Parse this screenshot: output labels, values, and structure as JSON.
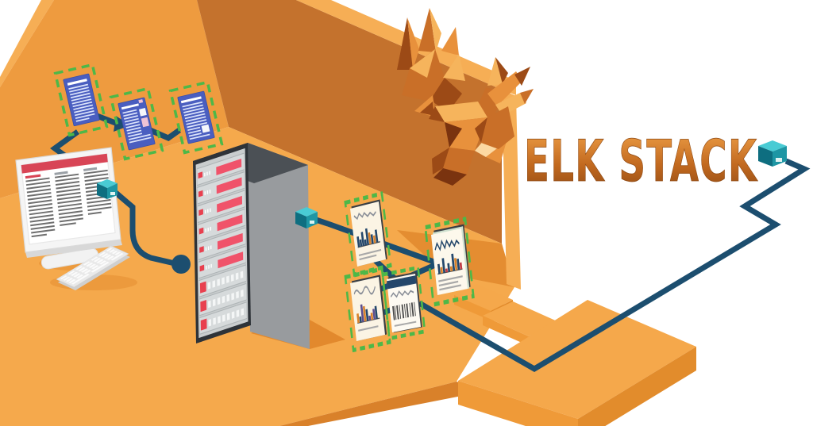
{
  "title": {
    "text": "ELK STACK"
  },
  "palette": {
    "wall_left": "#EE9B3F",
    "wall_band": "#F6AE55",
    "wall_right": "#C4722D",
    "floor": "#F5A94C",
    "floor_edge": "#D9812A",
    "shadow": "#DE8428",
    "platform_top": "#F5A84B",
    "platform_side": "#EF9A38",
    "platform_side_dark": "#E28C2C",
    "cable": "#1C4E6F",
    "selection_green": "#4DB848",
    "document_blue": "#4A5EC0",
    "alert_red": "#D84556",
    "paper_cream": "#FBF4E4",
    "chart_navy": "#24476B",
    "chart_orange": "#D9822B",
    "chart_purple": "#5C4E8E",
    "server_face": "#C9CDCE",
    "server_frame": "#2E3338",
    "server_top": "#4B5055",
    "server_side": "#989B9E",
    "connector_top": "#49CBD4",
    "connector_front": "#0E6E80",
    "connector_side": "#1E96A4",
    "title_light": "#F0A148",
    "title_mid": "#C2691F",
    "title_dark": "#8F4A14",
    "elk_light": "#F6B45C",
    "elk_mid": "#E8913C",
    "elk_dark": "#C96F28",
    "elk_deep": "#9C4A16",
    "elk_darkest": "#7A330F",
    "elk_cream": "#FCD9A2"
  },
  "components": [
    {
      "id": "workstation-monitor",
      "name": "monitor-icon"
    },
    {
      "id": "keyboard",
      "name": "keyboard-icon"
    },
    {
      "id": "log-documents",
      "name": "document-icons",
      "count": 3
    },
    {
      "id": "server-rack",
      "name": "server-rack-icon"
    },
    {
      "id": "dashboard-reports",
      "name": "chart-document-icons",
      "count": 4
    },
    {
      "id": "network-connectors",
      "name": "connector-cube-icons",
      "count": 3
    },
    {
      "id": "elk-head",
      "name": "elk-head-icon"
    },
    {
      "id": "network-cables",
      "name": "cable-lines"
    }
  ]
}
